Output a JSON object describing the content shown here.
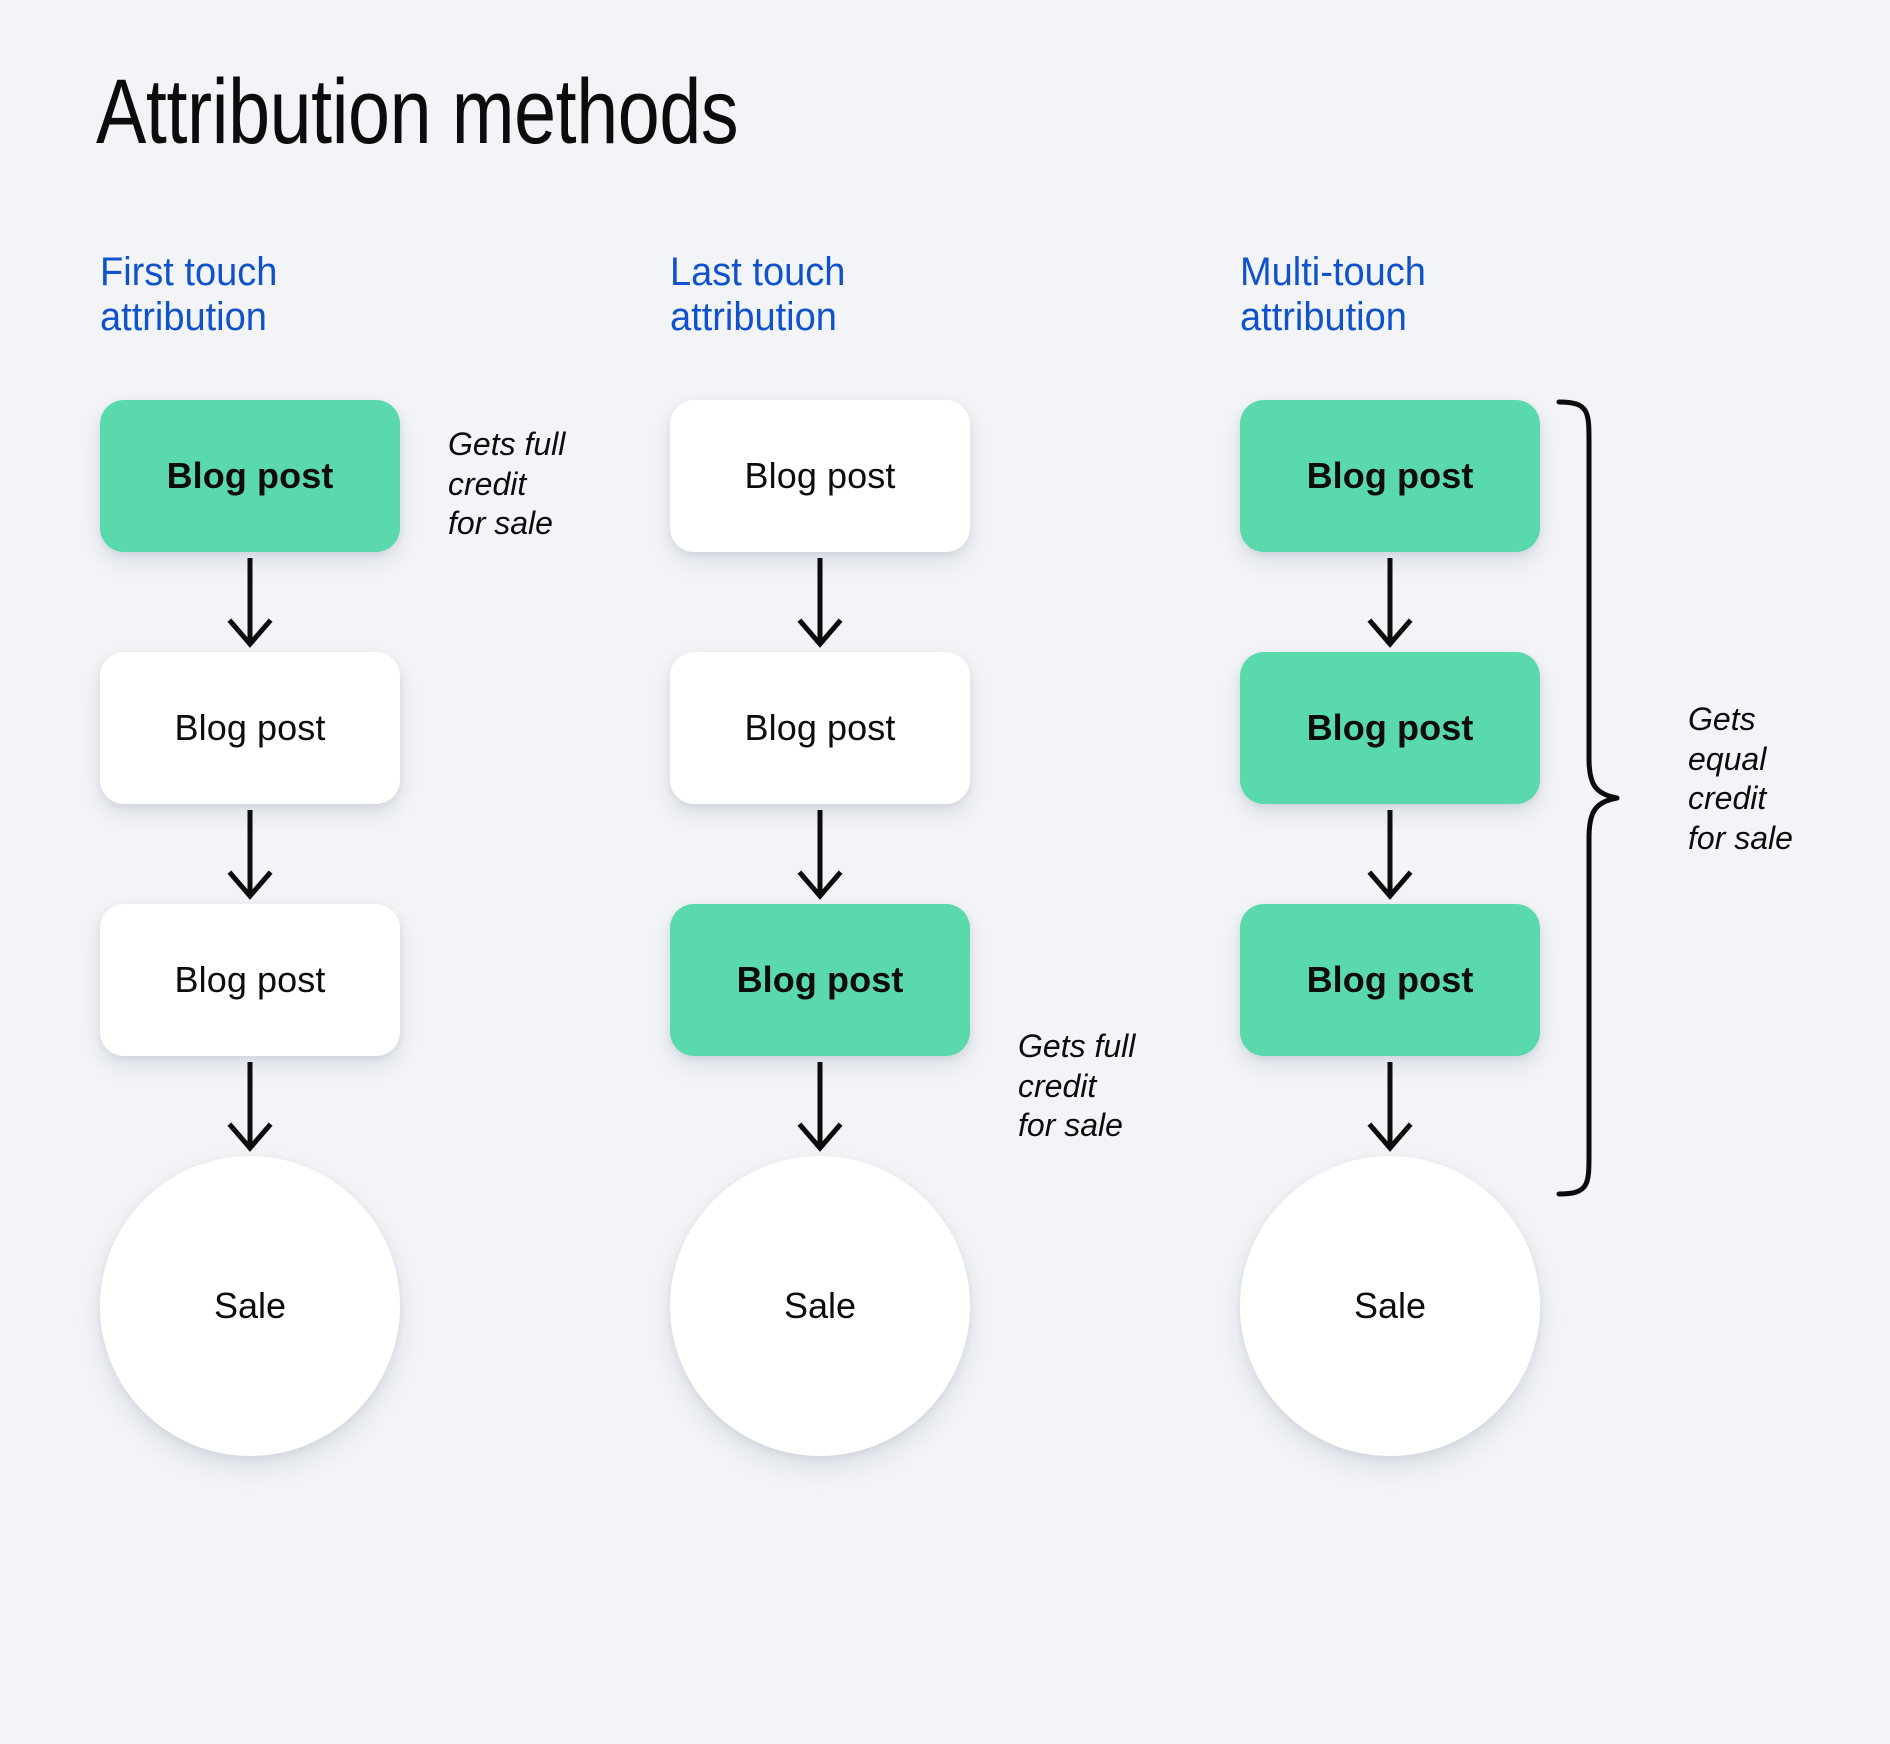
{
  "page": {
    "title": "Attribution methods",
    "background_color": "#f2f4f7",
    "accent_blue": "#1052cc",
    "highlight_green": "#5ad9ad",
    "node_white": "#ffffff",
    "text_color": "#0b0c0e"
  },
  "columns": [
    {
      "id": "first-touch",
      "heading": "First touch\nattribution",
      "nodes": [
        {
          "label": "Blog post",
          "shape": "rounded-rect",
          "highlighted": true
        },
        {
          "label": "Blog post",
          "shape": "rounded-rect",
          "highlighted": false
        },
        {
          "label": "Blog post",
          "shape": "rounded-rect",
          "highlighted": false
        },
        {
          "label": "Sale",
          "shape": "circle",
          "highlighted": false
        }
      ],
      "annotation": {
        "text": "Gets full\ncredit\nfor sale",
        "target_node_index": 0,
        "style": "italic"
      },
      "brace": false
    },
    {
      "id": "last-touch",
      "heading": "Last touch\nattribution",
      "nodes": [
        {
          "label": "Blog post",
          "shape": "rounded-rect",
          "highlighted": false
        },
        {
          "label": "Blog post",
          "shape": "rounded-rect",
          "highlighted": false
        },
        {
          "label": "Blog post",
          "shape": "rounded-rect",
          "highlighted": true
        },
        {
          "label": "Sale",
          "shape": "circle",
          "highlighted": false
        }
      ],
      "annotation": {
        "text": "Gets full\ncredit\nfor sale",
        "target_node_index": 2,
        "style": "italic"
      },
      "brace": false
    },
    {
      "id": "multi-touch",
      "heading": "Multi-touch\nattribution",
      "nodes": [
        {
          "label": "Blog post",
          "shape": "rounded-rect",
          "highlighted": true
        },
        {
          "label": "Blog post",
          "shape": "rounded-rect",
          "highlighted": true
        },
        {
          "label": "Blog post",
          "shape": "rounded-rect",
          "highlighted": true
        },
        {
          "label": "Sale",
          "shape": "circle",
          "highlighted": false
        }
      ],
      "annotation": {
        "text": "Gets\nequal\ncredit\nfor sale",
        "target_node_index": 1,
        "style": "italic"
      },
      "brace": true
    }
  ]
}
